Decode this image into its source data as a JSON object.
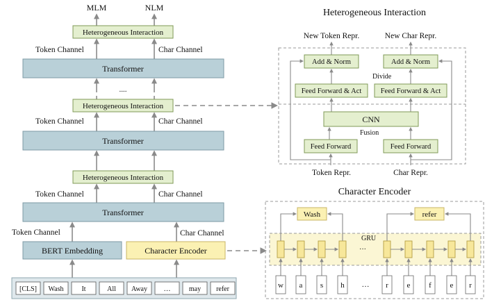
{
  "left": {
    "outputs": {
      "mlm": "MLM",
      "nlm": "NLM"
    },
    "hi_label": "Heterogeneous Interaction",
    "transformer_label": "Transformer",
    "token_channel": "Token Channel",
    "char_channel": "Char Channel",
    "ellipsis": "....",
    "bert_embedding": "BERT Embedding",
    "character_encoder": "Character Encoder",
    "tokens": [
      "[CLS]",
      "Wash",
      "It",
      "All",
      "Away",
      "…",
      "may",
      "refer"
    ]
  },
  "hi_panel": {
    "title": "Heterogeneous Interaction",
    "new_token_repr": "New Token Repr.",
    "new_char_repr": "New Char Repr.",
    "add_norm": "Add & Norm",
    "divide": "Divide",
    "ff_act": "Feed Forward & Act",
    "cnn": "CNN",
    "fusion": "Fusion",
    "feed_forward": "Feed Forward",
    "token_repr": "Token Repr.",
    "char_repr": "Char Repr."
  },
  "char_panel": {
    "title": "Character Encoder",
    "wash": "Wash",
    "refer": "refer",
    "gru": "GRU",
    "gru_ellipsis": "···",
    "chars": [
      "w",
      "a",
      "s",
      "h",
      "r",
      "e",
      "f",
      "e",
      "r"
    ],
    "char_ellipsis": "…"
  }
}
